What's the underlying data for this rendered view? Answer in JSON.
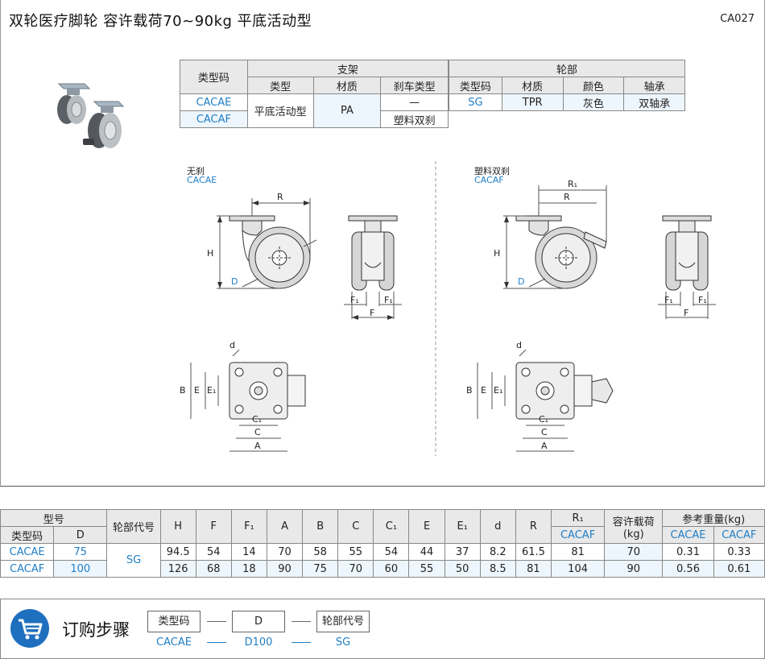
{
  "header": {
    "title": "双轮医疗脚轮   容许载荷70~90kg   平底活动型",
    "code": "CA027"
  },
  "spec": {
    "bracket_group": "支架",
    "wheel_group": "轮部",
    "type_code_label": "类型码",
    "type_label": "类型",
    "material_label": "材质",
    "brake_label": "刹车类型",
    "codes": [
      "CACAE",
      "CACAF"
    ],
    "type_value": "平底活动型",
    "material_value": "PA",
    "brake_values": [
      "—",
      "塑料双刹"
    ],
    "wheel": {
      "type_code_label": "类型码",
      "material_label": "材质",
      "color_label": "颜色",
      "bearing_label": "轴承",
      "type_code": "SG",
      "material": "TPR",
      "color": "灰色",
      "bearing": "双轴承"
    }
  },
  "drawings": {
    "left_caption": "无刹",
    "left_code": "CACAE",
    "right_caption": "塑料双刹",
    "right_code": "CACAF",
    "dims": {
      "R": "R",
      "R1": "R₁",
      "H": "H",
      "D": "D",
      "F": "F",
      "F1": "F₁",
      "A": "A",
      "B": "B",
      "C": "C",
      "C1": "C₁",
      "E": "E",
      "E1": "E₁",
      "d": "d"
    }
  },
  "dim_table": {
    "model_label": "型号",
    "type_code_label": "类型码",
    "d_label": "D",
    "wheel_code_label": "轮部代号",
    "cols": [
      "H",
      "F",
      "F₁",
      "A",
      "B",
      "C",
      "C₁",
      "E",
      "E₁",
      "d",
      "R"
    ],
    "r1_label": "R₁",
    "r1_sub": "CACAF",
    "load_label": "容许载荷",
    "load_unit": "(kg)",
    "weight_label": "参考重量(kg)",
    "weight_sub": [
      "CACAE",
      "CACAF"
    ],
    "codes": [
      "CACAE",
      "CACAF"
    ],
    "wheel_code": "SG",
    "rows": [
      {
        "D": "75",
        "vals": [
          "94.5",
          "54",
          "14",
          "70",
          "58",
          "55",
          "54",
          "44",
          "37",
          "8.2",
          "61.5"
        ],
        "R1": "81",
        "load": "70",
        "w1": "0.31",
        "w2": "0.33"
      },
      {
        "D": "100",
        "vals": [
          "126",
          "68",
          "18",
          "90",
          "75",
          "70",
          "60",
          "55",
          "50",
          "8.5",
          "81"
        ],
        "R1": "104",
        "load": "90",
        "w1": "0.56",
        "w2": "0.61"
      }
    ]
  },
  "order": {
    "title": "订购步骤",
    "box1": "类型码",
    "box2": "D",
    "box3": "轮部代号",
    "val1": "CACAE",
    "val2": "D100",
    "val3": "SG"
  },
  "colors": {
    "accent": "#1f7ec6",
    "header_bg": "#e9e9e9",
    "highlight_bg": "#eef6fd",
    "cart_bg": "#1f6fbf"
  }
}
